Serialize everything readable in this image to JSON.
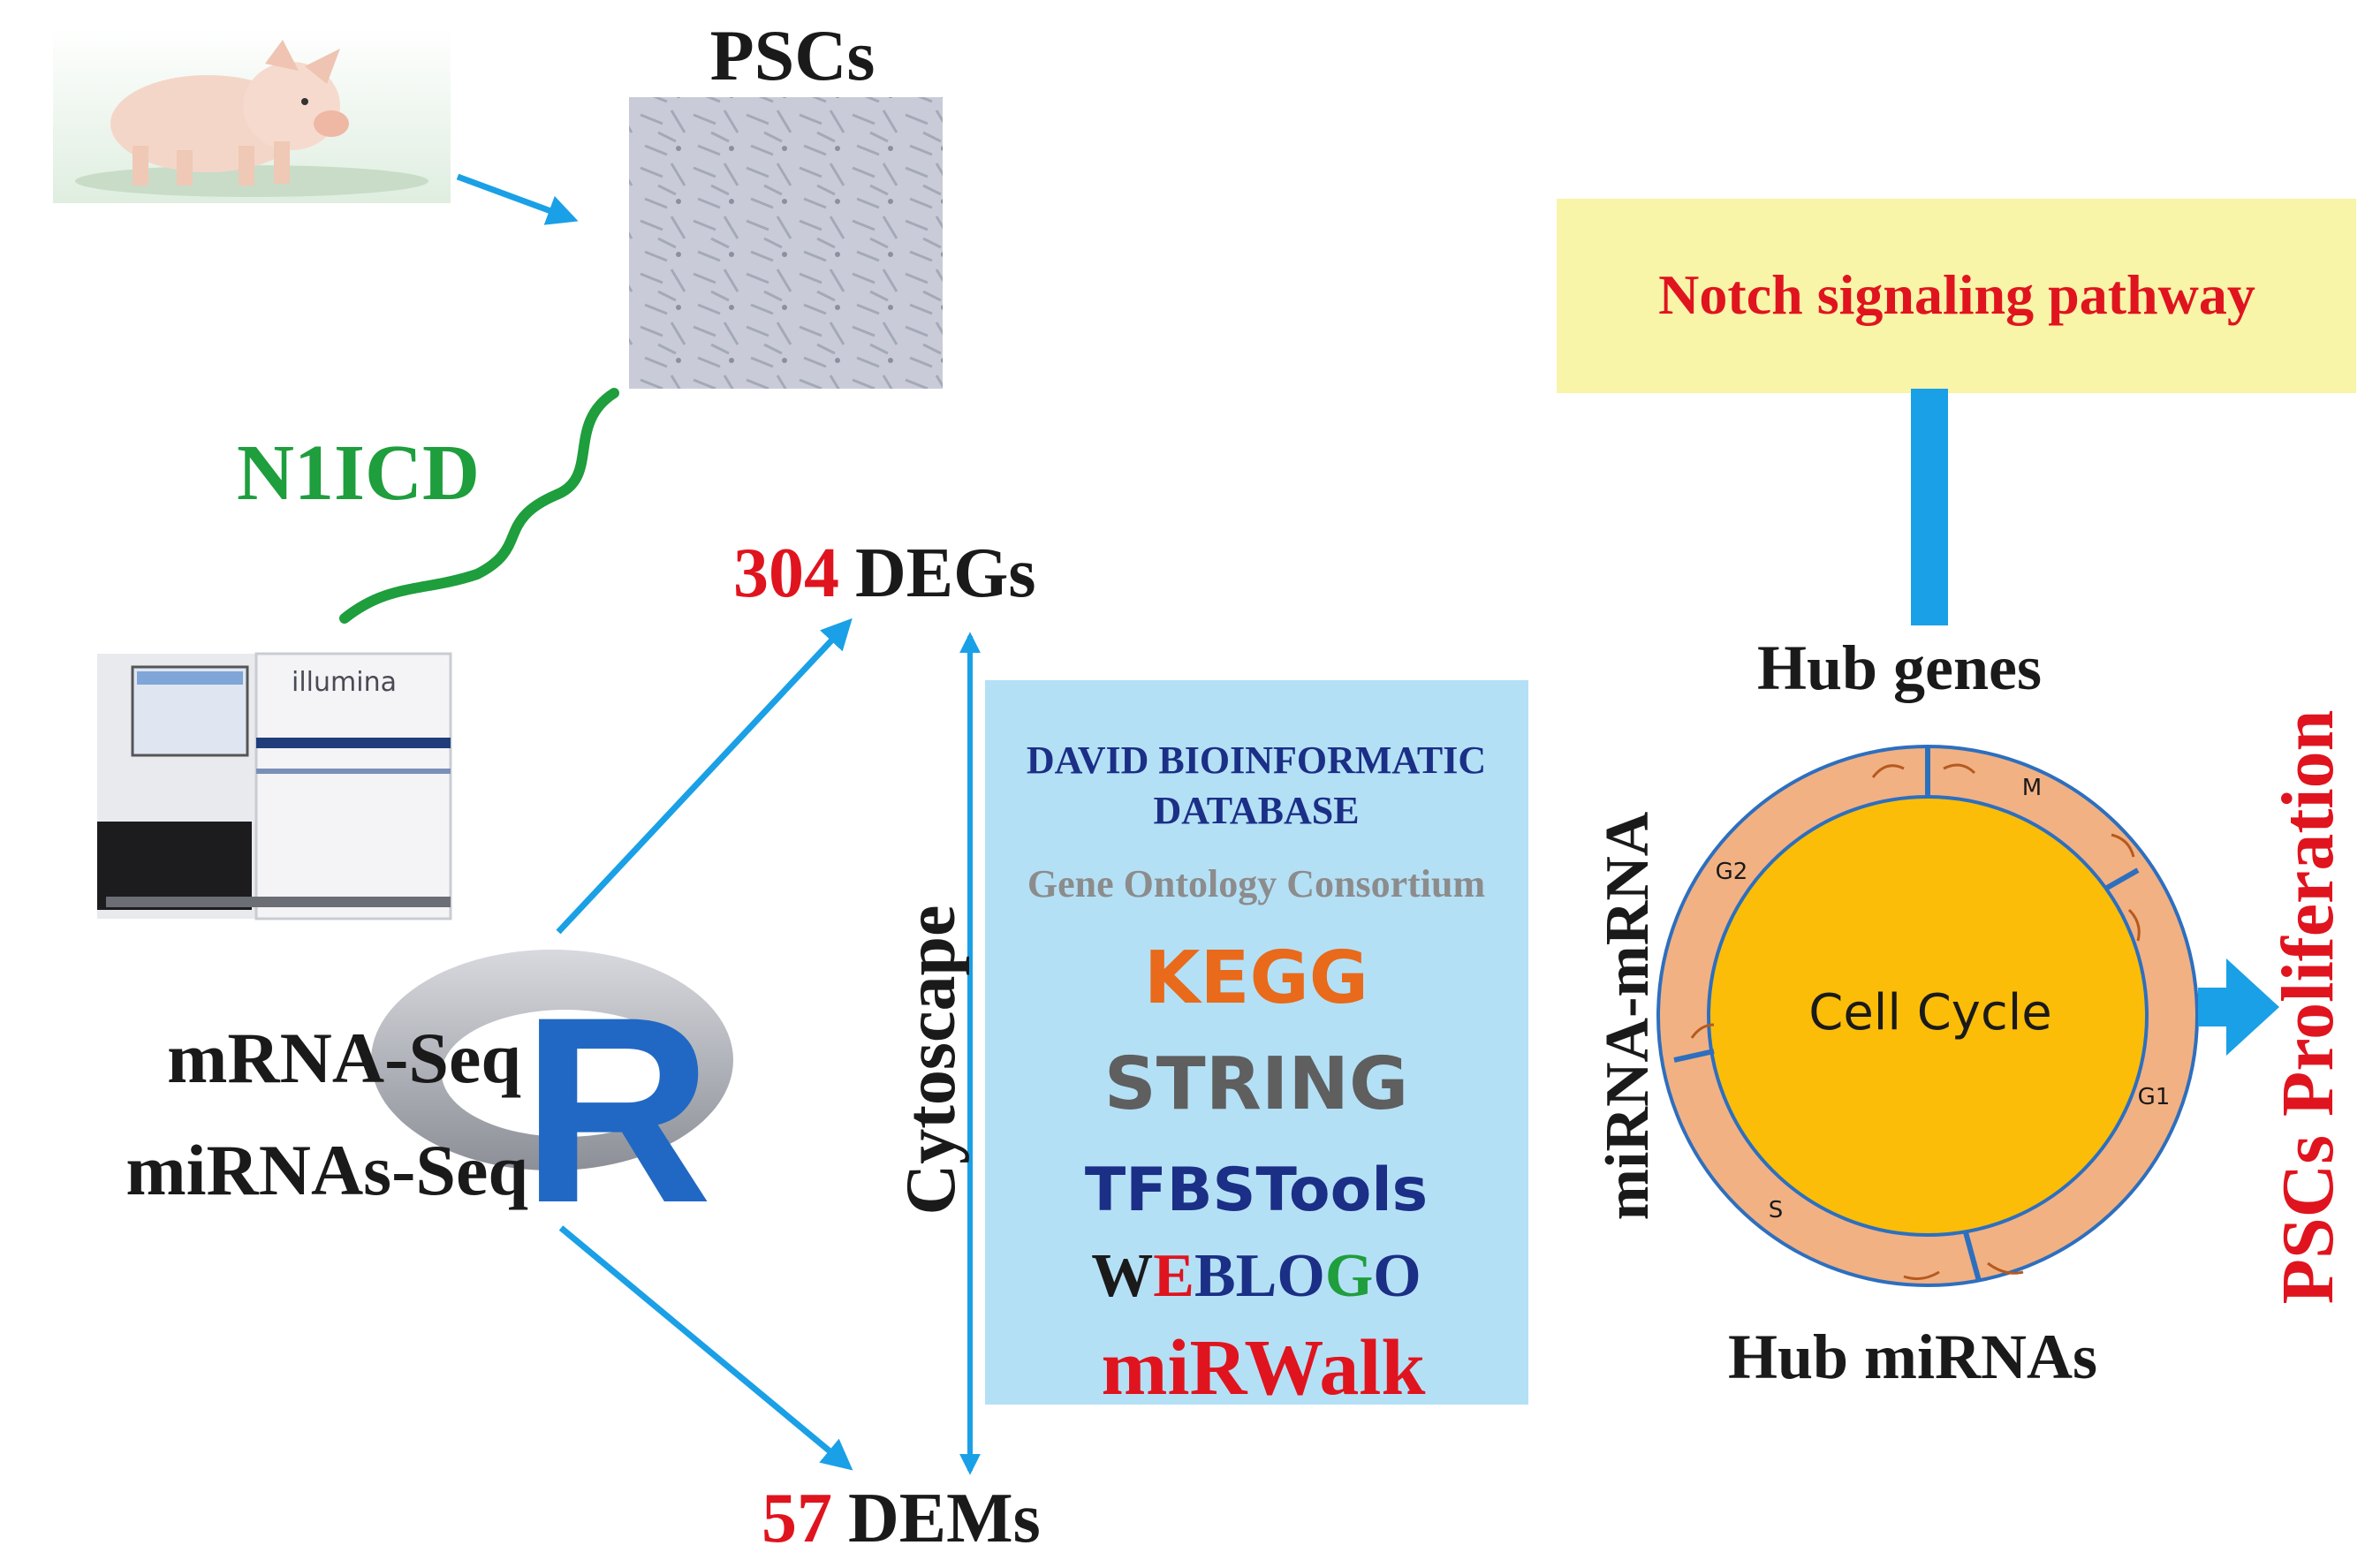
{
  "psc_title": "PSCs",
  "n1icd": "N1ICD",
  "sequencer_brand": "illumina",
  "mrna_seq": "mRNA-Seq",
  "mirna_seq": "miRNAs-Seq",
  "r_logo_letter": "R",
  "degs_count": "304",
  "degs_label": "DEGs",
  "dems_count": "57",
  "dems_label": "DEMs",
  "cytoscape": "Cytoscape",
  "tools": {
    "david_line1": "DAVID BIOINFORMATIC",
    "david_line2": "DATABASE",
    "go": "Gene Ontology Consortium",
    "kegg": "KEGG",
    "string": "STRING",
    "tfbs": "TFBSTools",
    "weblogo": [
      "W",
      "E",
      "BLO",
      "G",
      "O"
    ],
    "mirwalk": "miRWalk"
  },
  "notch": "Notch signaling pathway",
  "hub_genes": "Hub genes",
  "hub_mirnas": "Hub miRNAs",
  "mirna_mrna": "miRNA-mRNA",
  "cell_cycle": "Cell Cycle",
  "phases": {
    "m": "M",
    "g2": "G2",
    "g1": "G1",
    "s": "S"
  },
  "proliferation": "PSCs Proliferation",
  "colors": {
    "arrow_blue": "#1aa0e6",
    "red": "#e0141e",
    "green": "#1e9e3c",
    "tool_box": "#b4e0f6",
    "notch_box": "#f8f4a8",
    "ring": "#f2b182",
    "core": "#fbbd08"
  }
}
